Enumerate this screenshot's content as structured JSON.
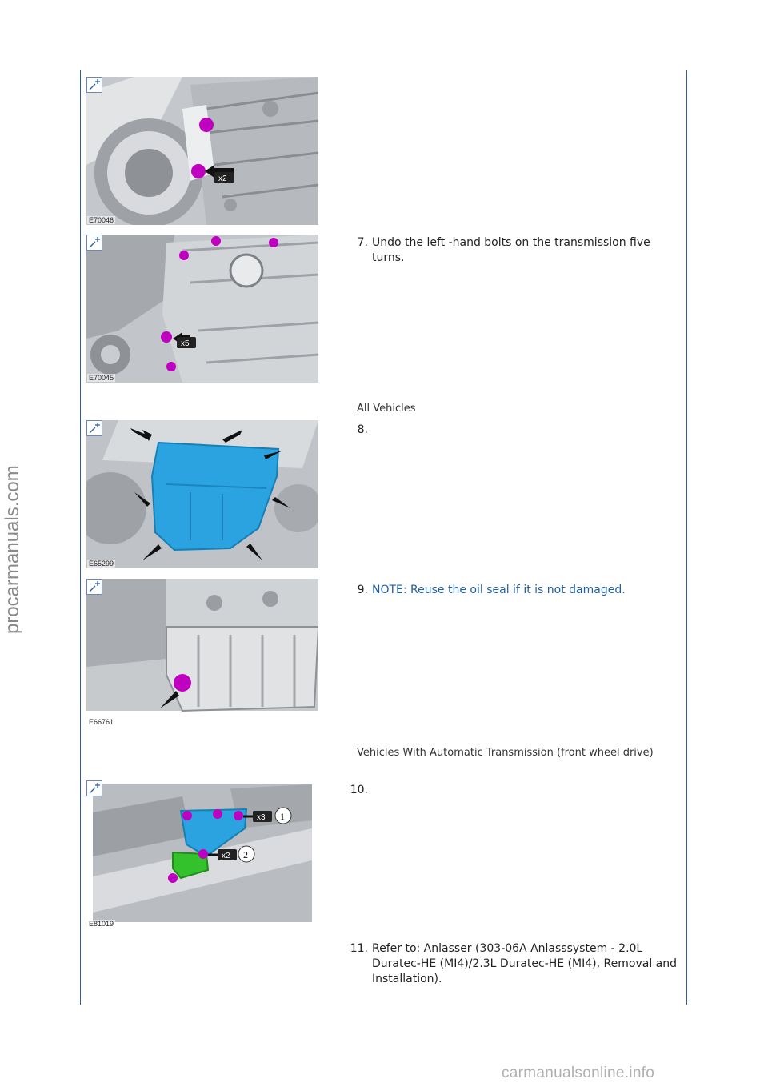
{
  "watermarks": {
    "side": "procarmanuals.com",
    "bottom": "carmanualsonline.info"
  },
  "figures": [
    {
      "id": "E70046"
    },
    {
      "id": "E70045"
    },
    {
      "id": "E65299"
    },
    {
      "id": "E66761"
    },
    {
      "id": "E81019"
    }
  ],
  "callouts": {
    "x2": "x2",
    "x5": "x5",
    "x3": "x3",
    "n1": "1",
    "n2": "2"
  },
  "conditions": {
    "all_vehicles": "All Vehicles",
    "automatic": "Vehicles With Automatic Transmission (front wheel drive)"
  },
  "steps": [
    {
      "num": "7.",
      "text": "Undo the left -hand bolts on the transmission five turns."
    },
    {
      "num": "8.",
      "text": ""
    },
    {
      "num": "9.",
      "text": "NOTE: Reuse the oil seal if it is not damaged."
    },
    {
      "num": "10.",
      "text": ""
    },
    {
      "num": "11.",
      "text": "Refer to: Anlasser (303-06A Anlasssystem - 2.0L Duratec-HE (MI4)/2.3L Duratec-HE (MI4), Removal and Installation)."
    }
  ],
  "colors": {
    "rule": "#2f5fa0",
    "note": "#1f5fa3",
    "bolt": "#c000c0",
    "cover_blue": "#2aa3e0",
    "bracket_green": "#33c22b"
  }
}
